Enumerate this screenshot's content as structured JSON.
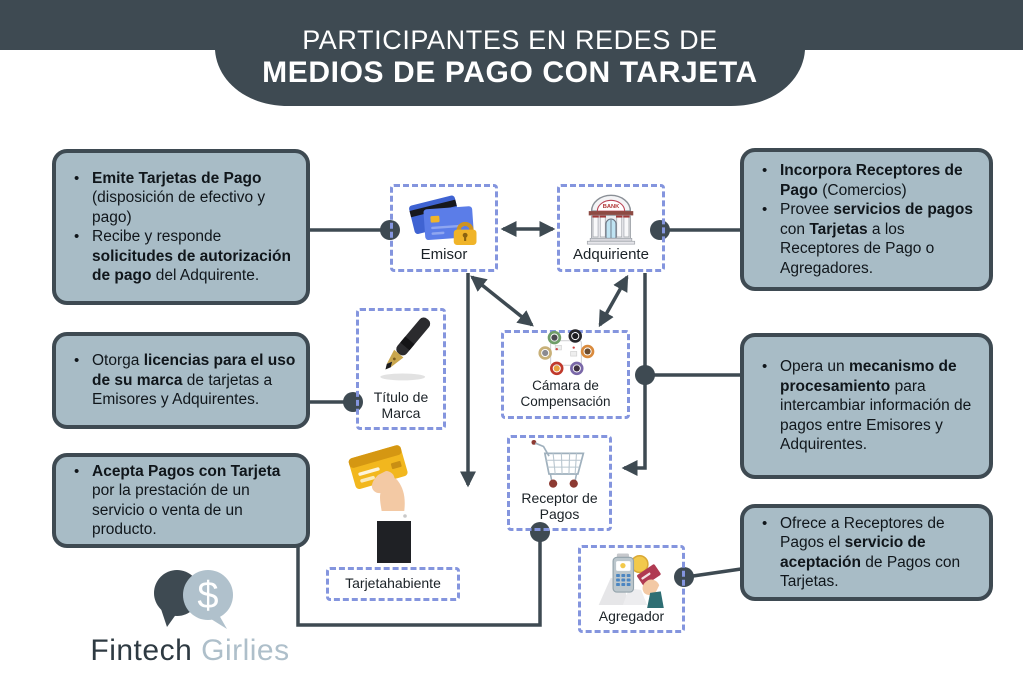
{
  "header": {
    "title_line1": "PARTICIPANTES EN REDES DE",
    "title_line2": "MEDIOS DE PAGO CON TARJETA"
  },
  "colors": {
    "header_bg": "#3e4a52",
    "box_fill": "#a8bcc6",
    "box_border": "#3e4a52",
    "dashed_border": "#8495de",
    "connector": "#3e4a52"
  },
  "left_boxes": [
    {
      "bullets": [
        [
          {
            "t": "Emite Tarjetas de Pago",
            "b": true
          },
          {
            "t": " (disposición de efectivo y pago)",
            "b": false
          }
        ],
        [
          {
            "t": "Recibe y responde ",
            "b": false
          },
          {
            "t": "solicitudes de autorización de pago",
            "b": true
          },
          {
            "t": " del Adquirente.",
            "b": false
          }
        ]
      ]
    },
    {
      "bullets": [
        [
          {
            "t": "Otorga ",
            "b": false
          },
          {
            "t": "licencias para el uso de su marca",
            "b": true
          },
          {
            "t": " de tarjetas a Emisores y Adquirentes.",
            "b": false
          }
        ]
      ]
    },
    {
      "bullets": [
        [
          {
            "t": "Acepta Pagos con Tarjeta",
            "b": true
          },
          {
            "t": " por la prestación de un servicio o venta de un producto.",
            "b": false
          }
        ]
      ]
    }
  ],
  "right_boxes": [
    {
      "bullets": [
        [
          {
            "t": "Incorpora Receptores de Pago",
            "b": true
          },
          {
            "t": " (Comercios)",
            "b": false
          }
        ],
        [
          {
            "t": "Provee ",
            "b": false
          },
          {
            "t": "servicios de pagos",
            "b": true
          },
          {
            "t": " con ",
            "b": false
          },
          {
            "t": "Tarjetas",
            "b": true
          },
          {
            "t": " a los Receptores de Pago o Agregadores.",
            "b": false
          }
        ]
      ]
    },
    {
      "bullets": [
        [
          {
            "t": "Opera un ",
            "b": false
          },
          {
            "t": "mecanismo de procesamiento",
            "b": true
          },
          {
            "t": " para intercambiar información de pagos entre Emisores y Adquirentes.",
            "b": false
          }
        ]
      ]
    },
    {
      "bullets": [
        [
          {
            "t": "Ofrece a Receptores de Pagos el ",
            "b": false
          },
          {
            "t": "servicio de aceptación",
            "b": true
          },
          {
            "t": " de Pagos con Tarjetas.",
            "b": false
          }
        ]
      ]
    }
  ],
  "nodes": {
    "emisor": {
      "label": "Emisor",
      "icon": "credit-cards-lock-icon"
    },
    "adquiriente": {
      "label": "Adquiriente",
      "icon": "bank-building-icon"
    },
    "titulo_marca": {
      "label": "Título de Marca",
      "icon": "fountain-pen-icon"
    },
    "camara": {
      "label": "Cámara de Compensación",
      "icon": "meeting-table-icon"
    },
    "receptor": {
      "label": "Receptor de Pagos",
      "icon": "shopping-cart-icon"
    },
    "tarjetahabiente": {
      "label": "Tarjetahabiente",
      "icon": "hand-holding-card-icon"
    },
    "agregador": {
      "label": "Agregador",
      "icon": "pos-terminal-icon"
    }
  },
  "logo": {
    "word1": "Fintech",
    "word2": "Girlies",
    "symbol": "$"
  }
}
